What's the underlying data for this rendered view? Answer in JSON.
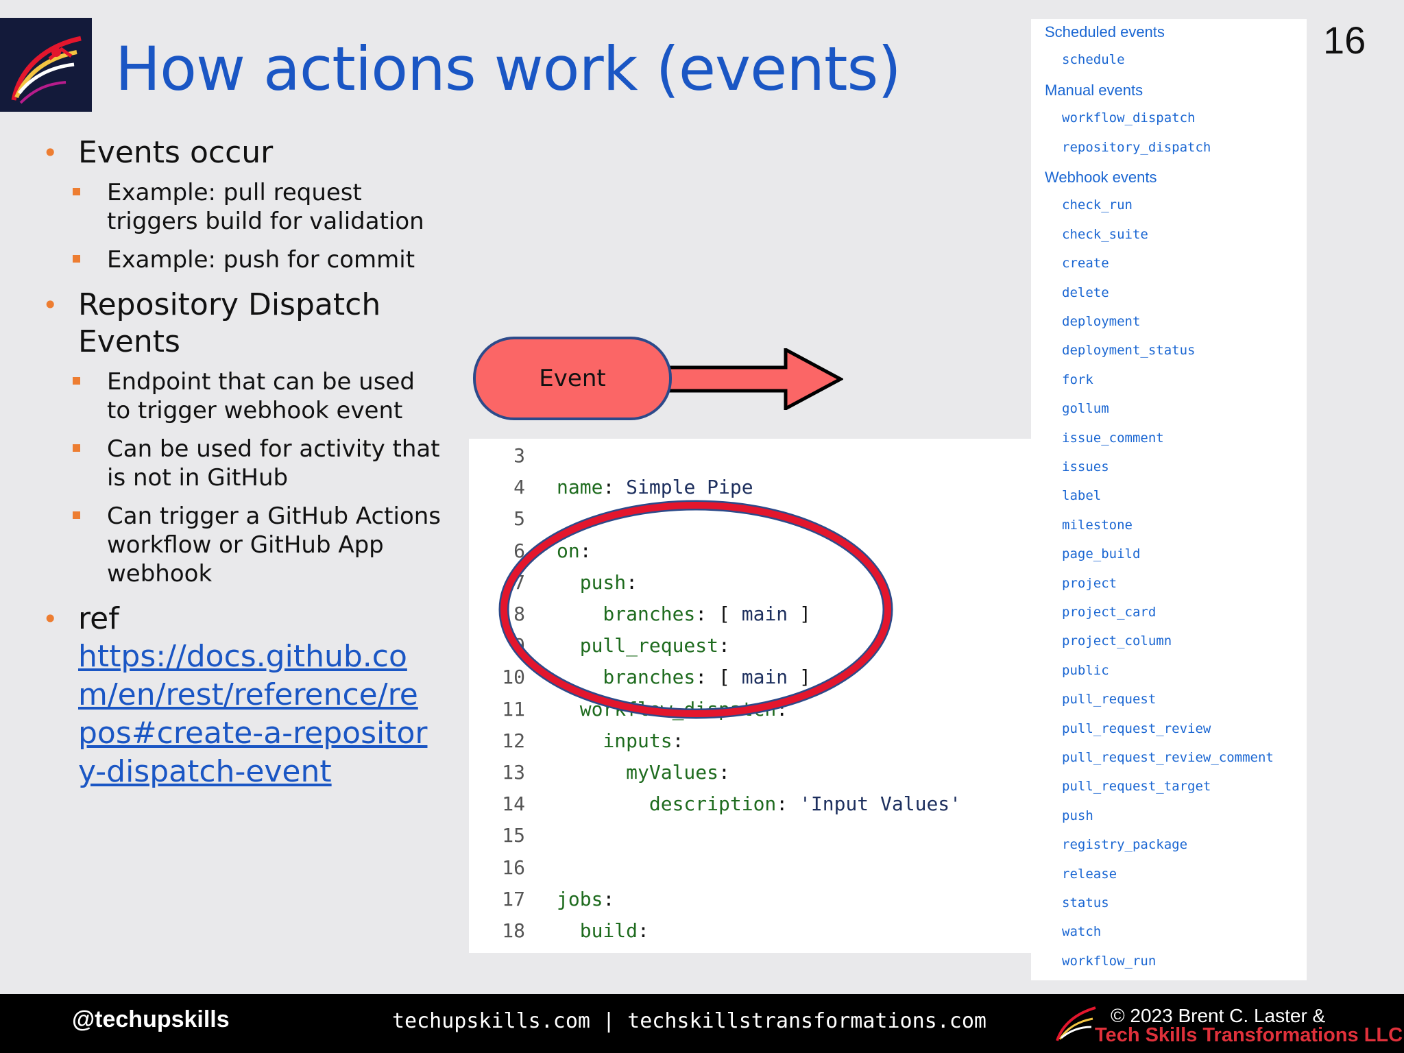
{
  "slide": {
    "title": "How actions work (events)",
    "page_number": "16"
  },
  "bullets": [
    {
      "text": "Events occur",
      "sub": [
        "Example: pull request triggers build for validation",
        "Example: push for commit"
      ]
    },
    {
      "text": "Repository Dispatch Events",
      "sub": [
        "Endpoint that can be used to trigger webhook event",
        "Can be used for activity that is not in GitHub",
        "Can trigger a GitHub Actions workflow or GitHub App webhook"
      ]
    }
  ],
  "ref": {
    "label": "ref",
    "url": "https://docs.github.com/en/rest/reference/repos#create-a-repository-dispatch-event"
  },
  "diagram": {
    "event_label": "Event",
    "colors": {
      "event_fill": "#fb6666",
      "event_border": "#2c4a8a",
      "highlight_ring": "#e3162d"
    }
  },
  "code": [
    {
      "n": "3",
      "parts": []
    },
    {
      "n": "4",
      "parts": [
        {
          "t": "name",
          "c": "k"
        },
        {
          "t": ": ",
          "c": "p"
        },
        {
          "t": "Simple Pipe",
          "c": "v"
        }
      ]
    },
    {
      "n": "5",
      "parts": []
    },
    {
      "n": "6",
      "parts": [
        {
          "t": "on",
          "c": "k"
        },
        {
          "t": ":",
          "c": "p"
        }
      ]
    },
    {
      "n": "7",
      "parts": [
        {
          "t": "  push",
          "c": "k"
        },
        {
          "t": ":",
          "c": "p"
        }
      ]
    },
    {
      "n": "8",
      "parts": [
        {
          "t": "    branches",
          "c": "k"
        },
        {
          "t": ": [ ",
          "c": "p"
        },
        {
          "t": "main",
          "c": "v"
        },
        {
          "t": " ]",
          "c": "p"
        }
      ]
    },
    {
      "n": "9",
      "parts": [
        {
          "t": "  pull_request",
          "c": "k"
        },
        {
          "t": ":",
          "c": "p"
        }
      ]
    },
    {
      "n": "10",
      "parts": [
        {
          "t": "    branches",
          "c": "k"
        },
        {
          "t": ": [ ",
          "c": "p"
        },
        {
          "t": "main",
          "c": "v"
        },
        {
          "t": " ]",
          "c": "p"
        }
      ]
    },
    {
      "n": "11",
      "parts": [
        {
          "t": "  workflow_dispatch",
          "c": "k"
        },
        {
          "t": ":",
          "c": "p"
        }
      ]
    },
    {
      "n": "12",
      "parts": [
        {
          "t": "    inputs",
          "c": "k"
        },
        {
          "t": ":",
          "c": "p"
        }
      ]
    },
    {
      "n": "13",
      "parts": [
        {
          "t": "      myValues",
          "c": "k"
        },
        {
          "t": ":",
          "c": "p"
        }
      ]
    },
    {
      "n": "14",
      "parts": [
        {
          "t": "        description",
          "c": "k"
        },
        {
          "t": ": ",
          "c": "p"
        },
        {
          "t": "'Input Values'",
          "c": "s"
        }
      ]
    },
    {
      "n": "15",
      "parts": []
    },
    {
      "n": "16",
      "parts": []
    },
    {
      "n": "17",
      "parts": [
        {
          "t": "jobs",
          "c": "k"
        },
        {
          "t": ":",
          "c": "p"
        }
      ]
    },
    {
      "n": "18",
      "parts": [
        {
          "t": "  build",
          "c": "k"
        },
        {
          "t": ":",
          "c": "p"
        }
      ]
    }
  ],
  "events_list": [
    {
      "type": "heading",
      "text": "Scheduled events"
    },
    {
      "type": "item",
      "text": "schedule"
    },
    {
      "type": "heading",
      "text": "Manual events"
    },
    {
      "type": "item",
      "text": "workflow_dispatch"
    },
    {
      "type": "item",
      "text": "repository_dispatch"
    },
    {
      "type": "heading",
      "text": "Webhook events"
    },
    {
      "type": "item",
      "text": "check_run"
    },
    {
      "type": "item",
      "text": "check_suite"
    },
    {
      "type": "item",
      "text": "create"
    },
    {
      "type": "item",
      "text": "delete"
    },
    {
      "type": "item",
      "text": "deployment"
    },
    {
      "type": "item",
      "text": "deployment_status"
    },
    {
      "type": "item",
      "text": "fork"
    },
    {
      "type": "item",
      "text": "gollum"
    },
    {
      "type": "item",
      "text": "issue_comment"
    },
    {
      "type": "item",
      "text": "issues"
    },
    {
      "type": "item",
      "text": "label"
    },
    {
      "type": "item",
      "text": "milestone"
    },
    {
      "type": "item",
      "text": "page_build"
    },
    {
      "type": "item",
      "text": "project"
    },
    {
      "type": "item",
      "text": "project_card"
    },
    {
      "type": "item",
      "text": "project_column"
    },
    {
      "type": "item",
      "text": "public"
    },
    {
      "type": "item",
      "text": "pull_request"
    },
    {
      "type": "item",
      "text": "pull_request_review"
    },
    {
      "type": "item",
      "text": "pull_request_review_comment"
    },
    {
      "type": "item",
      "text": "pull_request_target"
    },
    {
      "type": "item",
      "text": "push"
    },
    {
      "type": "item",
      "text": "registry_package"
    },
    {
      "type": "item",
      "text": "release"
    },
    {
      "type": "item",
      "text": "status"
    },
    {
      "type": "item",
      "text": "watch"
    },
    {
      "type": "item",
      "text": "workflow_run"
    }
  ],
  "footer": {
    "handle": "@techupskills",
    "sites": "techupskills.com | techskillstransformations.com",
    "copyright_line1": "© 2023 Brent C. Laster &",
    "copyright_line2": "Tech Skills Transformations LLC"
  }
}
